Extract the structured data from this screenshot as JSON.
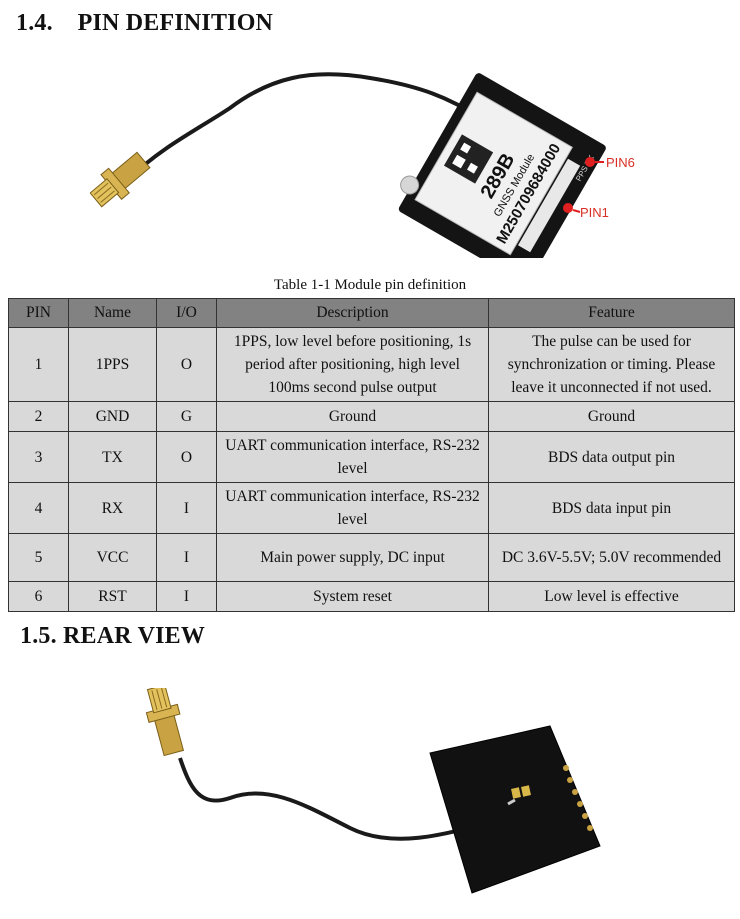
{
  "section_pin": {
    "title": "1.4.    PIN DEFINITION"
  },
  "figure_top": {
    "label_pin6": "PIN6",
    "label_pin1": "PIN1",
    "module_text": [
      "289B",
      "GNSS Module",
      "M250709684000"
    ],
    "pin_label": "PPS TX"
  },
  "table": {
    "caption": "Table 1-1 Module pin definition",
    "headers": [
      "PIN",
      "Name",
      "I/O",
      "Description",
      "Feature"
    ],
    "rows": [
      [
        "1",
        "1PPS",
        "O",
        "1PPS, low level before positioning, 1s period after positioning, high level 100ms second pulse output",
        "The pulse can be used for synchronization or timing. Please leave it unconnected if not used."
      ],
      [
        "2",
        "GND",
        "G",
        "Ground",
        "Ground"
      ],
      [
        "3",
        "TX",
        "O",
        "UART communication interface, RS-232 level",
        "BDS data output pin"
      ],
      [
        "4",
        "RX",
        "I",
        "UART communication interface, RS-232 level",
        "BDS data input pin"
      ],
      [
        "5",
        "VCC",
        "I",
        "Main power supply, DC input",
        "DC 3.6V-5.5V; 5.0V recommended"
      ],
      [
        "6",
        "RST",
        "I",
        "System reset",
        "Low level is effective"
      ]
    ]
  },
  "section_rear": {
    "title": "1.5. REAR VIEW"
  }
}
